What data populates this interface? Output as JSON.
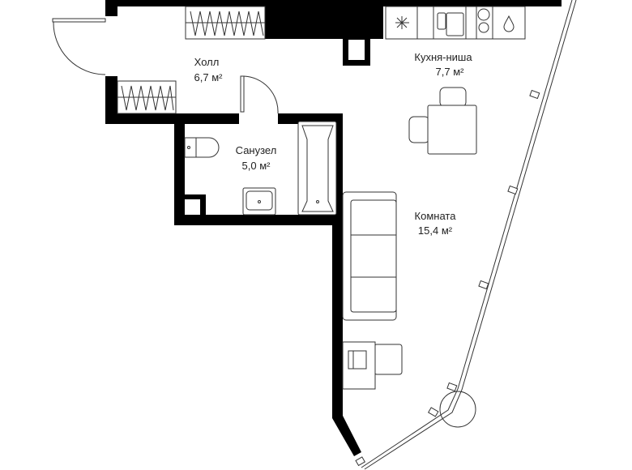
{
  "rooms": [
    {
      "name": "Холл",
      "area": "6,7 м²"
    },
    {
      "name": "Санузел",
      "area": "5,0 м²"
    },
    {
      "name": "Кухня-ниша",
      "area": "7,7 м²"
    },
    {
      "name": "Комната",
      "area": "15,4 м²"
    }
  ],
  "colors": {
    "wall": "#000000",
    "line": "#333333",
    "background": "#ffffff"
  }
}
